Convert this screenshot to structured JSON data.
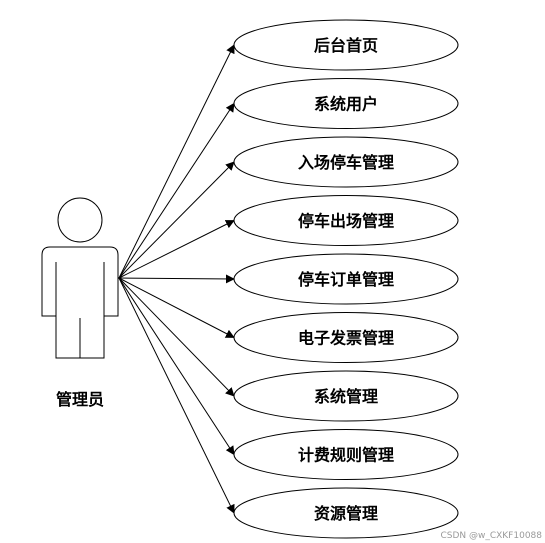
{
  "actor": {
    "label": "管理员"
  },
  "use_cases": [
    {
      "label": "后台首页"
    },
    {
      "label": "系统用户"
    },
    {
      "label": "入场停车管理"
    },
    {
      "label": "停车出场管理"
    },
    {
      "label": "停车订单管理"
    },
    {
      "label": "电子发票管理"
    },
    {
      "label": "系统管理"
    },
    {
      "label": "计费规则管理"
    },
    {
      "label": "资源管理"
    }
  ],
  "watermark": "CSDN @w_CXKF10088"
}
